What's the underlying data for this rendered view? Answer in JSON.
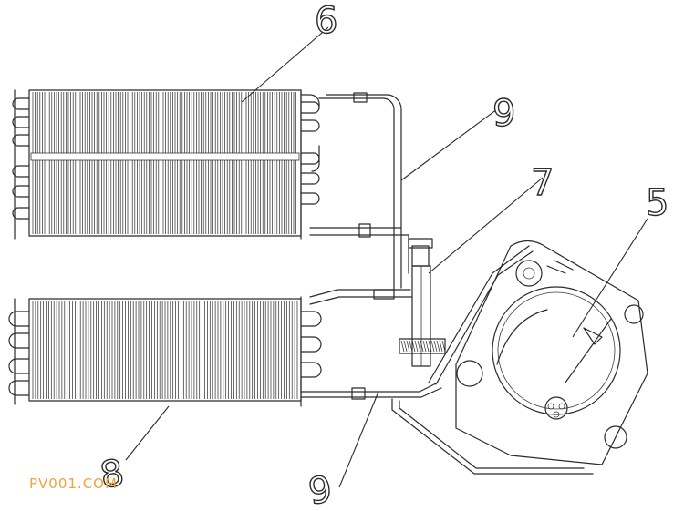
{
  "labels": {
    "part_6": "6",
    "part_9_top": "9",
    "part_7": "7",
    "part_5": "5",
    "part_8": "8",
    "part_9_bottom": "9"
  },
  "watermark": "PV001.COM",
  "colors": {
    "line": "#2a2a2a",
    "watermark": "#f2a23a",
    "background": "#ffffff"
  }
}
